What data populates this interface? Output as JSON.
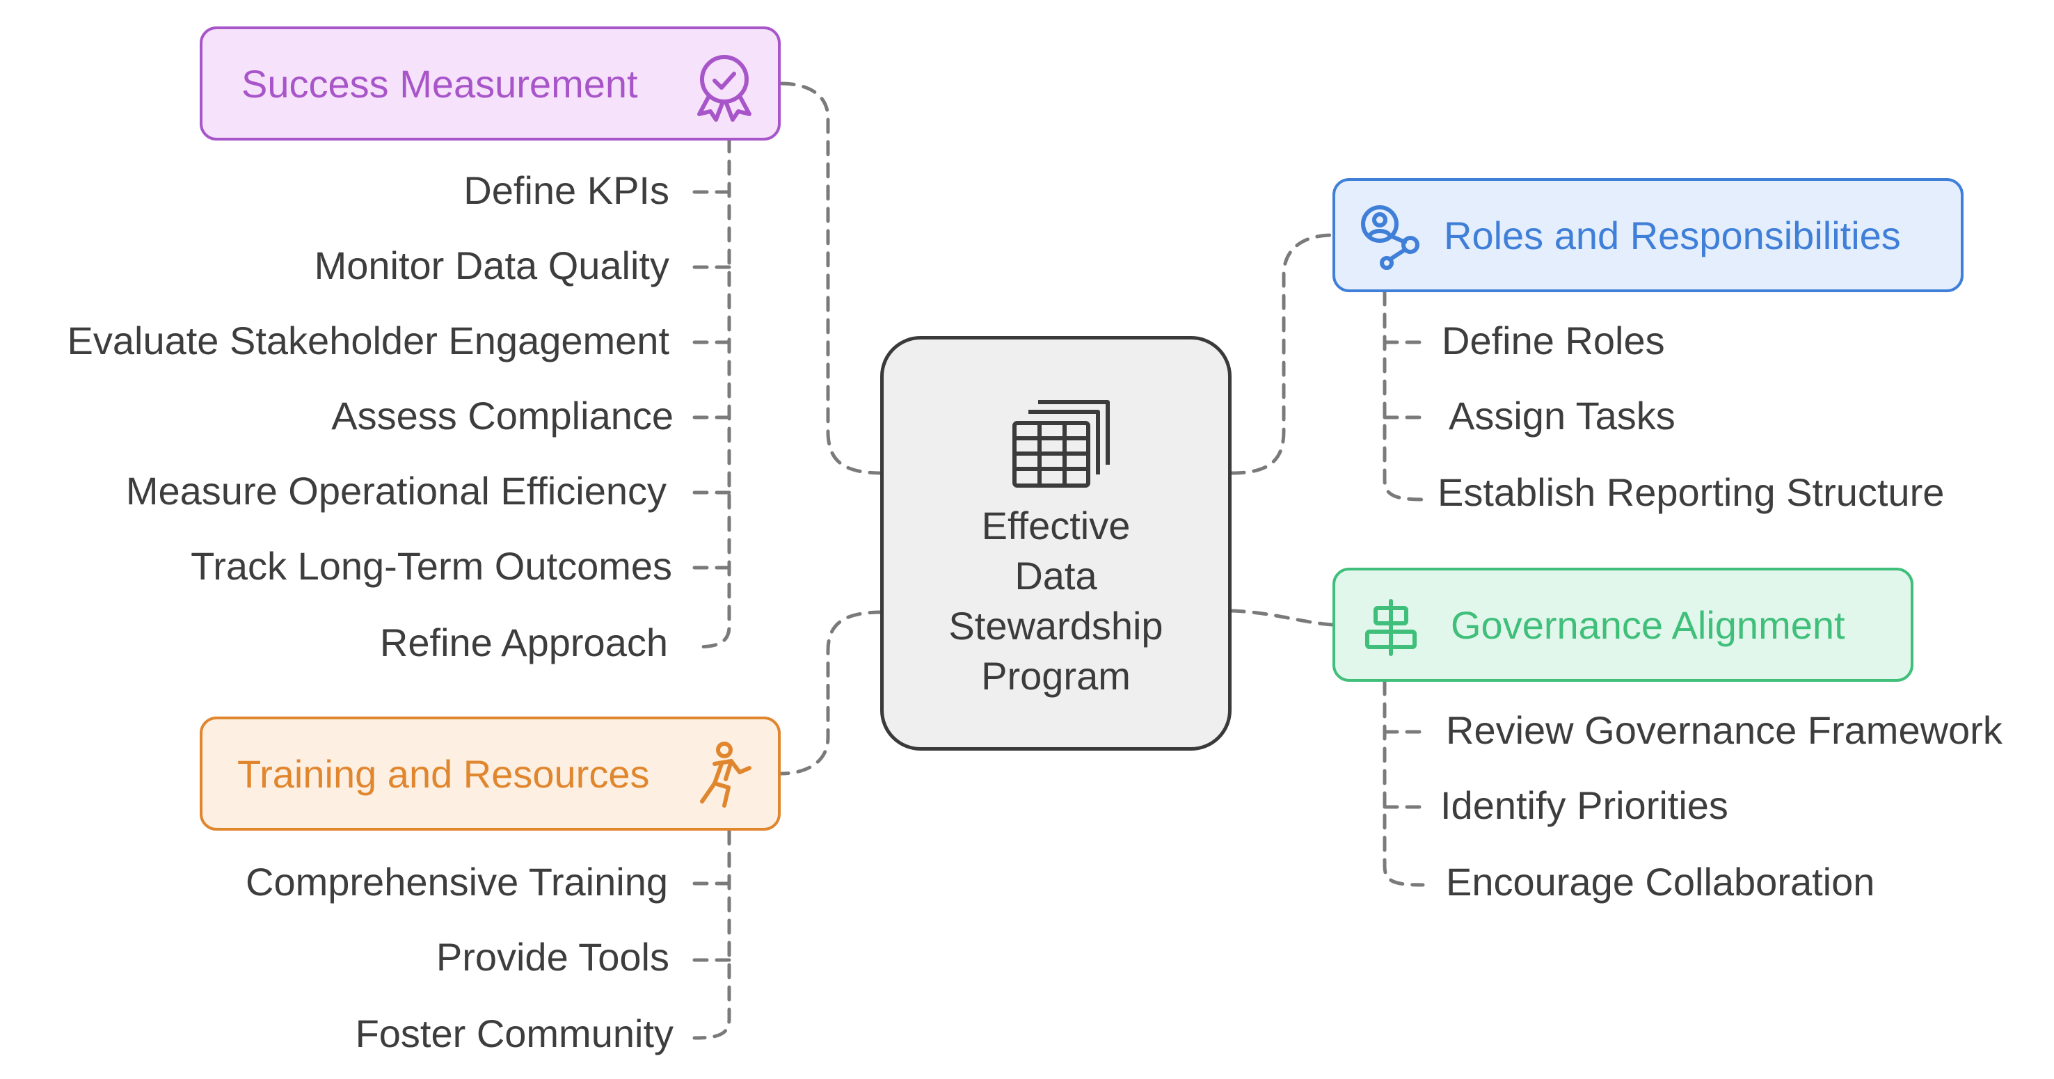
{
  "center": {
    "title": "Effective\nData\nStewardship\nProgram",
    "icon": "table-stack-icon"
  },
  "branches": {
    "success": {
      "title": "Success Measurement",
      "icon": "award-badge-icon",
      "color": "#a855c9",
      "fill": "#f6e3fb",
      "items": [
        "Define KPIs",
        "Monitor Data Quality",
        "Evaluate Stakeholder Engagement",
        "Assess Compliance",
        "Measure Operational Efficiency",
        "Track Long-Term Outcomes",
        "Refine Approach"
      ]
    },
    "training": {
      "title": "Training and Resources",
      "icon": "person-running-icon",
      "color": "#e0862e",
      "fill": "#fdf0e2",
      "items": [
        "Comprehensive Training",
        "Provide Tools",
        "Foster Community"
      ]
    },
    "roles": {
      "title": "Roles and Responsibilities",
      "icon": "user-network-icon",
      "color": "#3f7fd8",
      "fill": "#e4eefc",
      "items": [
        "Define Roles",
        "Assign Tasks",
        "Establish Reporting Structure"
      ]
    },
    "governance": {
      "title": "Governance Alignment",
      "icon": "align-center-icon",
      "color": "#3fbf7a",
      "fill": "#e2f7ec",
      "items": [
        "Review Governance Framework",
        "Identify Priorities",
        "Encourage Collaboration"
      ]
    }
  },
  "connector_color": "#7a7a7a"
}
